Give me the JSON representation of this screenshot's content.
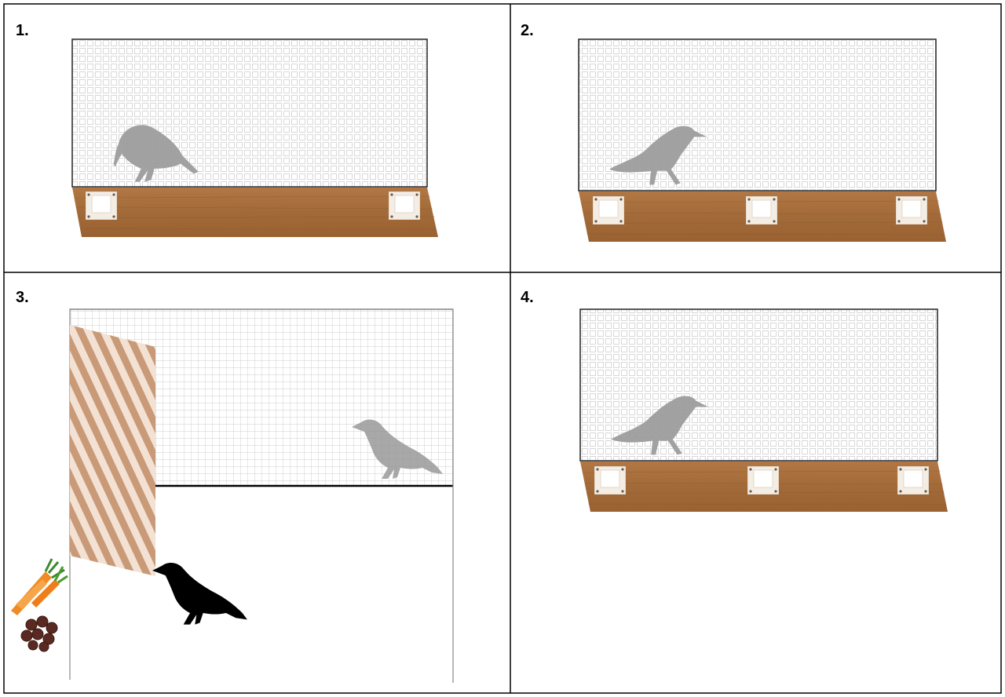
{
  "panels": [
    {
      "label": "1."
    },
    {
      "label": "2."
    },
    {
      "label": "3."
    },
    {
      "label": "4."
    }
  ],
  "colors": {
    "wood": "#a8703e",
    "wood_dark": "#8e5a2e",
    "grid_line": "#c9c9c9",
    "bird_shadow": "#999999",
    "bird_black": "#000000",
    "screen_stripe_a": "#c99a78",
    "screen_stripe_b": "#f3e2d4",
    "carrot": "#f08a24",
    "pellet": "#5a2a22"
  }
}
